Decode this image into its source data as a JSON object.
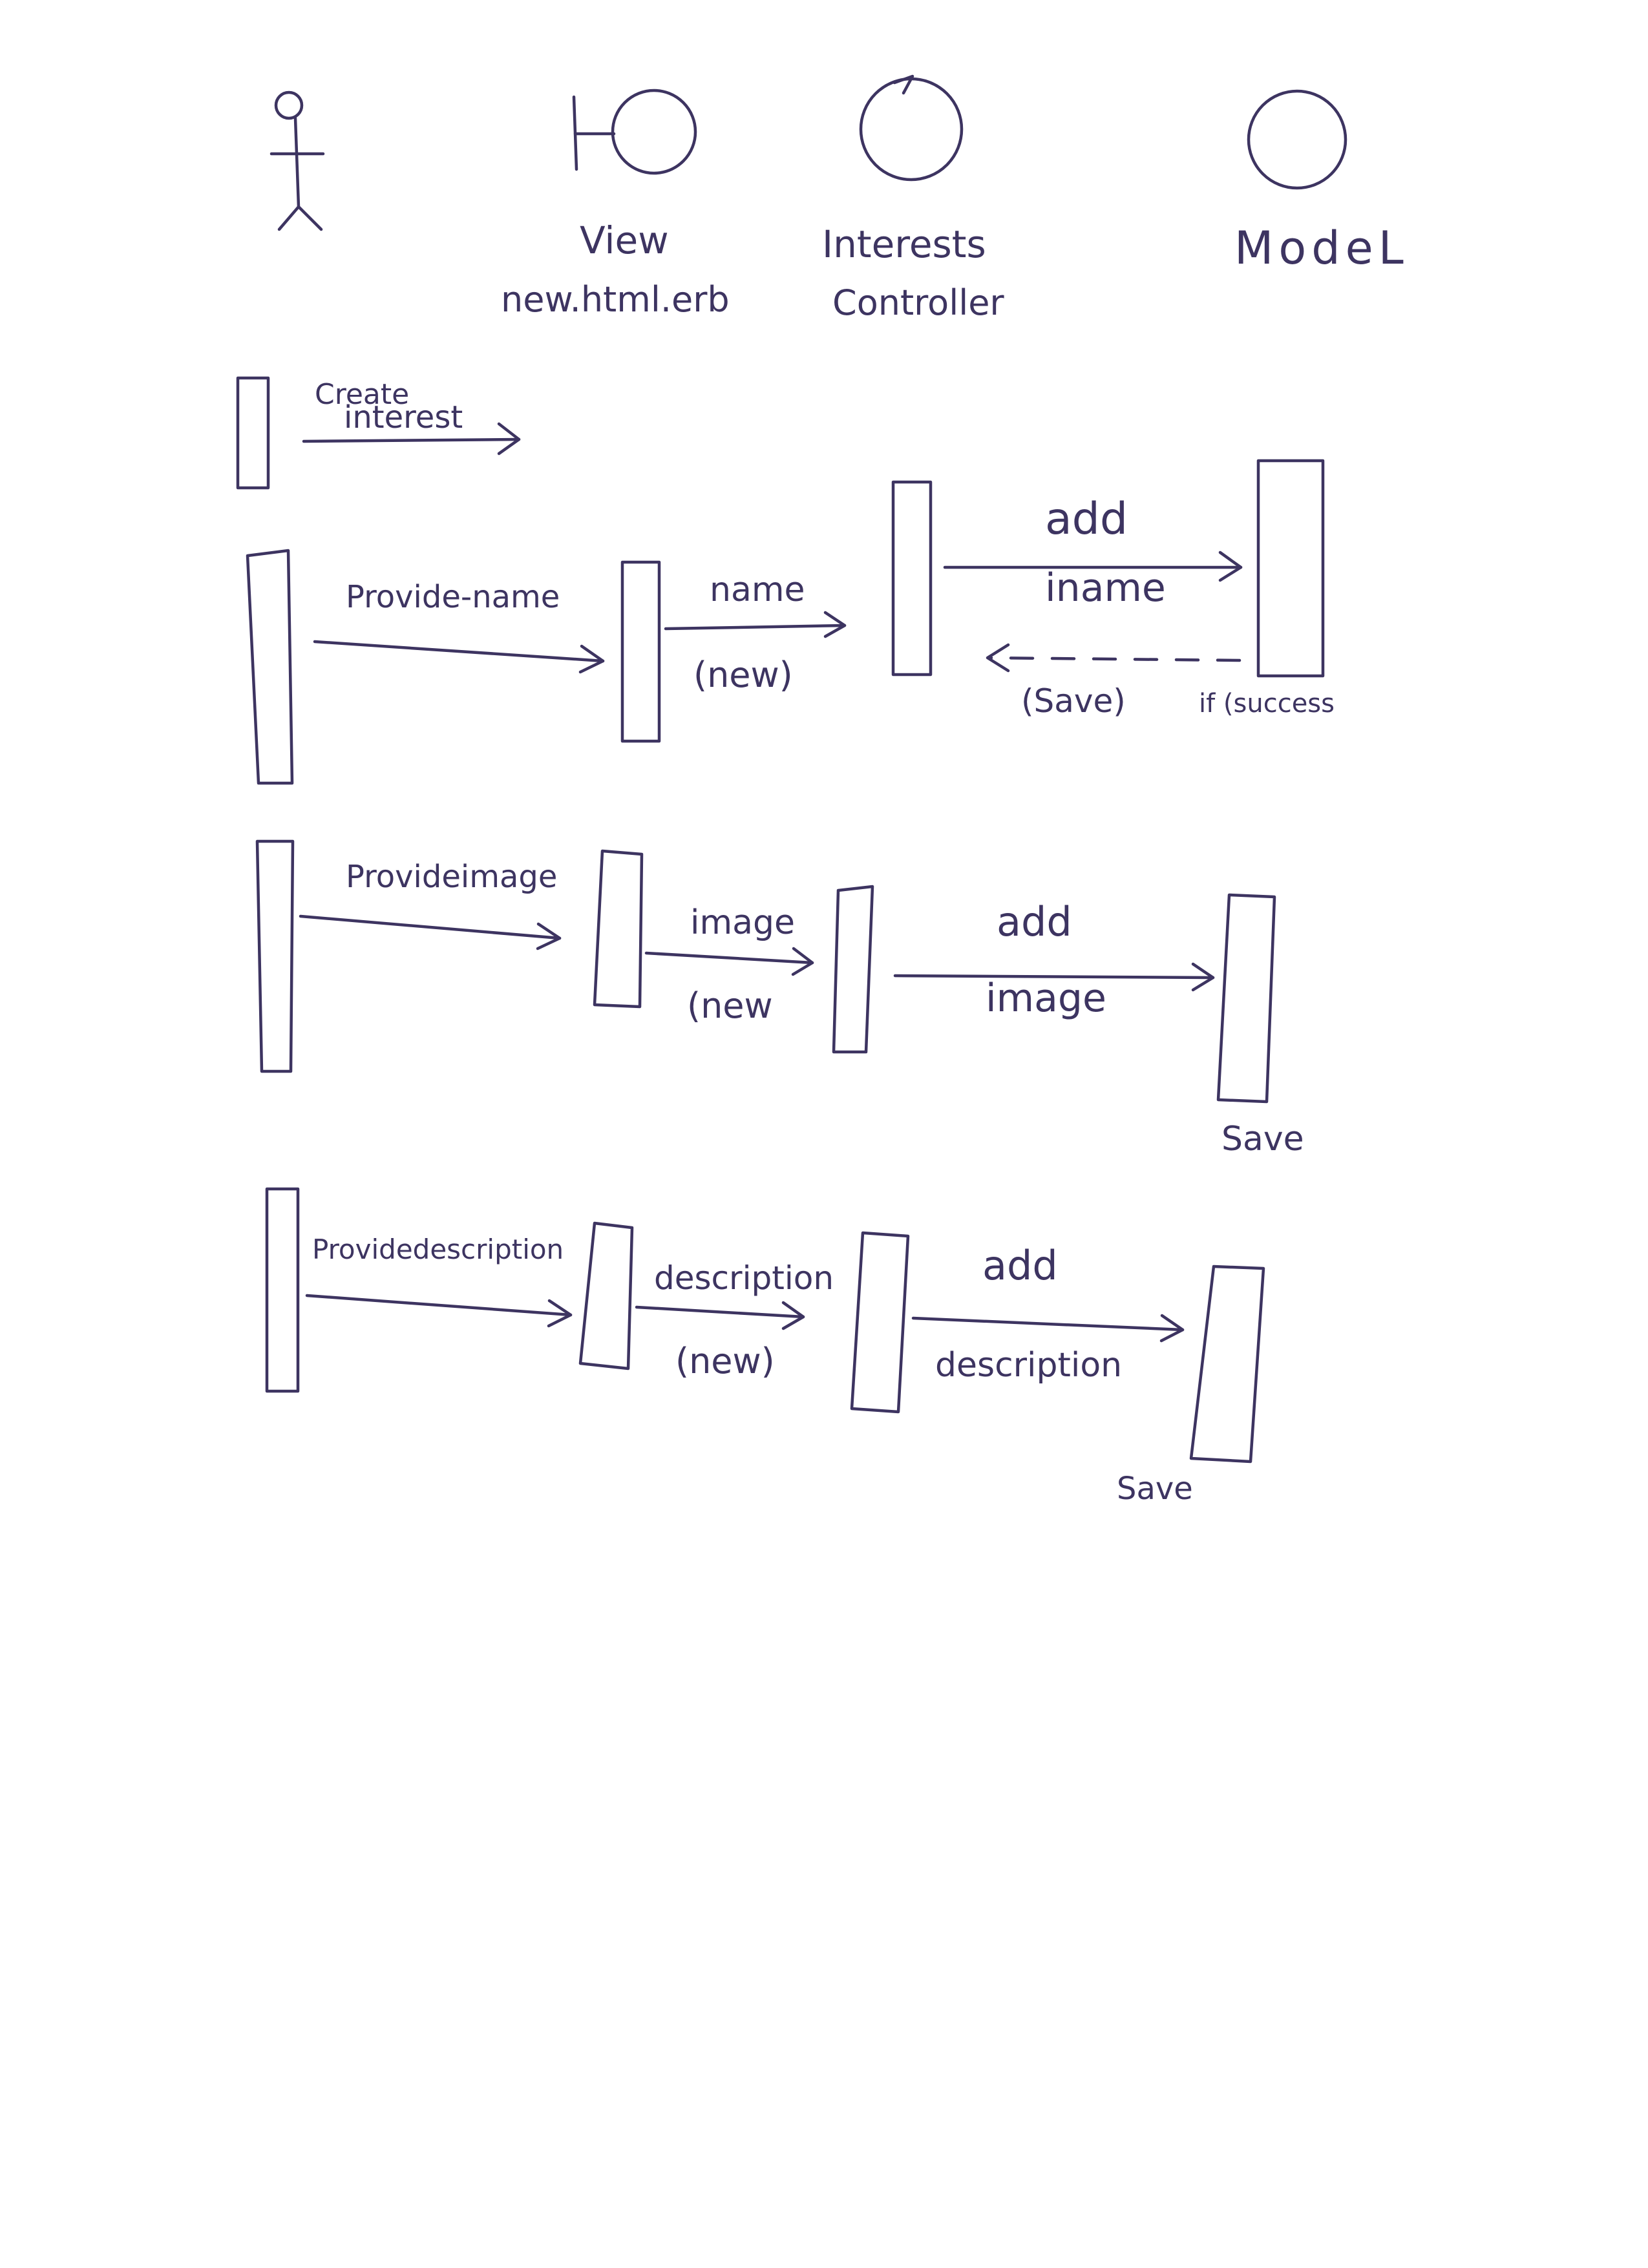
{
  "participants": {
    "view_name": "View",
    "view_file": "new.html.erb",
    "controller_name": "Interests",
    "controller_sub": "Controller",
    "model_name": "ModeL"
  },
  "create": {
    "line1": "Create",
    "line2": "interest"
  },
  "name_row": {
    "user_msg": "Provide-name",
    "view_msg": "name",
    "view_sub": "(new)",
    "ctrl_msg": "add",
    "ctrl_sub": "iname",
    "return_msg": "(Save)",
    "return_cond": "if (success"
  },
  "image_row": {
    "user_msg": "Provideimage",
    "view_msg": "image",
    "view_sub": "(new",
    "ctrl_msg": "add",
    "ctrl_sub": "image",
    "model_note": "Save"
  },
  "description_row": {
    "user_msg": "Providedescription",
    "view_msg": "description",
    "view_sub": "(new)",
    "ctrl_msg": "add",
    "ctrl_sub": "description",
    "model_note": "Save"
  },
  "colors": {
    "ink": "#3d3461",
    "paper": "#ffffff"
  }
}
